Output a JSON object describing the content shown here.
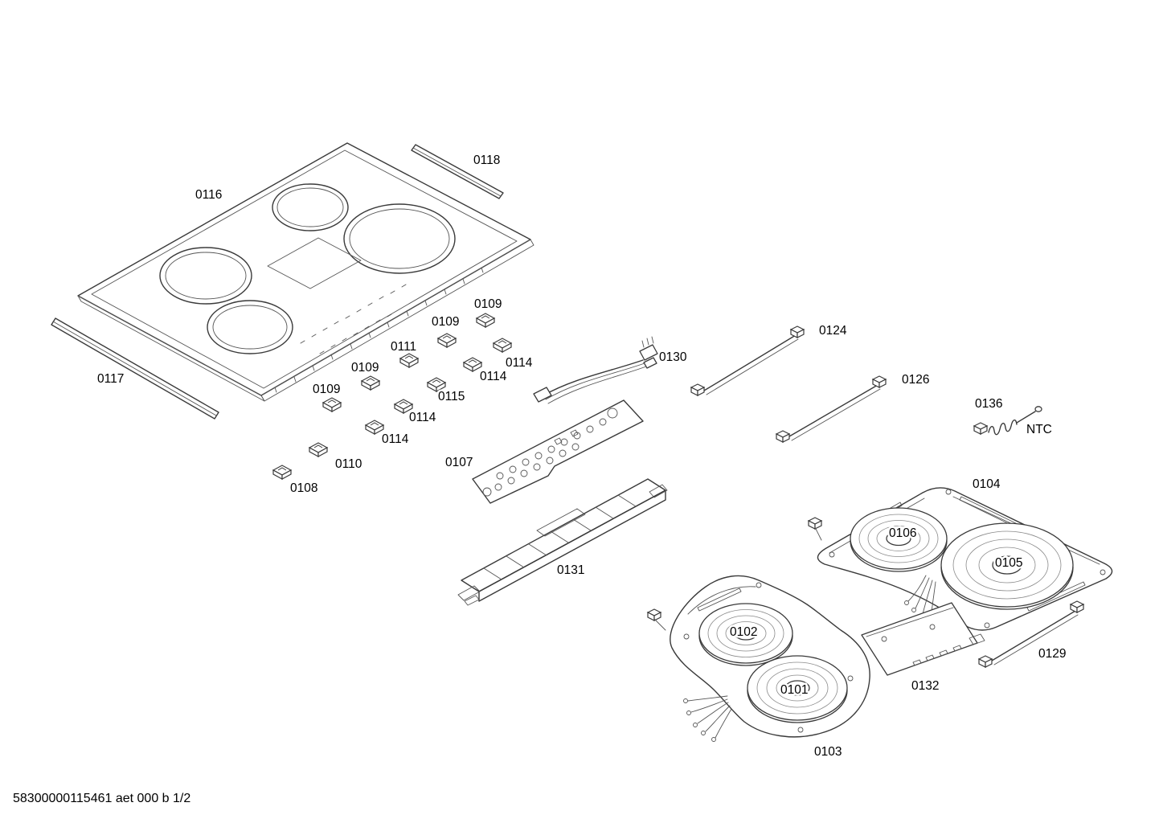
{
  "drawing": {
    "footer": "58300000115461 aet 000 b 1/2",
    "labels": {
      "glass_panel": "0116",
      "trim_strip_right": "0118",
      "trim_strip_left": "0117",
      "clip_0109_1": "0109",
      "clip_0109_2": "0109",
      "clip_0109_3": "0109",
      "clip_0109_4": "0109",
      "clip_0111": "0111",
      "clip_0114_1": "0114",
      "clip_0114_2": "0114",
      "clip_0114_3": "0114",
      "clip_0114_4": "0114",
      "clip_0115": "0115",
      "clip_0110": "0110",
      "clip_0108": "0108",
      "control_module": "0107",
      "ribbon_cable": "0130",
      "cable_0124": "0124",
      "cable_0126": "0126",
      "cable_0129": "0129",
      "ntc_sensor": "0136",
      "ntc_caption": "NTC",
      "mounting_rail": "0131",
      "coil_carrier_rear": "0104",
      "coil_rear_small": "0106",
      "coil_rear_large": "0105",
      "coil_carrier_front": "0103",
      "coil_front_upper": "0102",
      "coil_front_lower": "0101",
      "power_module": "0132"
    }
  }
}
